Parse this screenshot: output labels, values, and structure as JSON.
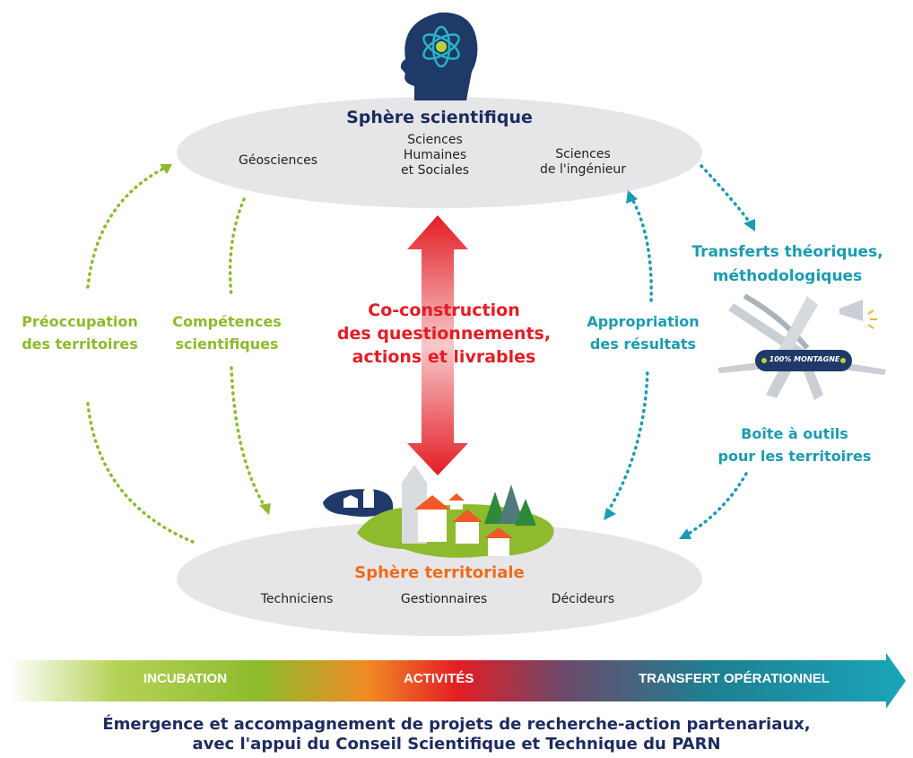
{
  "scientific": {
    "title": "Sphère scientifique",
    "items": [
      "Géosciences",
      "Sciences\nHumaines\net Sociales",
      "Sciences\nde l'ingénieur"
    ]
  },
  "territorial": {
    "title": "Sphère territoriale",
    "items": [
      "Techniciens",
      "Gestionnaires",
      "Décideurs"
    ]
  },
  "center": "Co-construction\ndes questionnements,\nactions et livrables",
  "left_outer": "Préoccupation\ndes territoires",
  "left_inner": "Compétences\nscientifiques",
  "right_inner": "Appropriation\ndes résultats",
  "right_outer_top": "Transferts théoriques,\nméthodologiques",
  "right_outer_bottom": "Boîte à outils\npour les territoires",
  "knife_label": "100% MONTAGNE",
  "bar": {
    "left": "INCUBATION",
    "middle": "ACTIVITÉS",
    "right": "TRANSFERT OPÉRATIONNEL"
  },
  "footer": "Émergence et accompagnement de projets de recherche-action partenariaux,\navec l'appui du Conseil Scientifique et Technique du PARN",
  "colors": {
    "green": "#8dbb2d",
    "teal": "#1b9bb1",
    "red": "#e31d24",
    "orange": "#ee6c1a",
    "navy": "#1d2b5e"
  },
  "icons": [
    "brain-atom-icon",
    "village-icon",
    "multitool-knife-icon"
  ]
}
